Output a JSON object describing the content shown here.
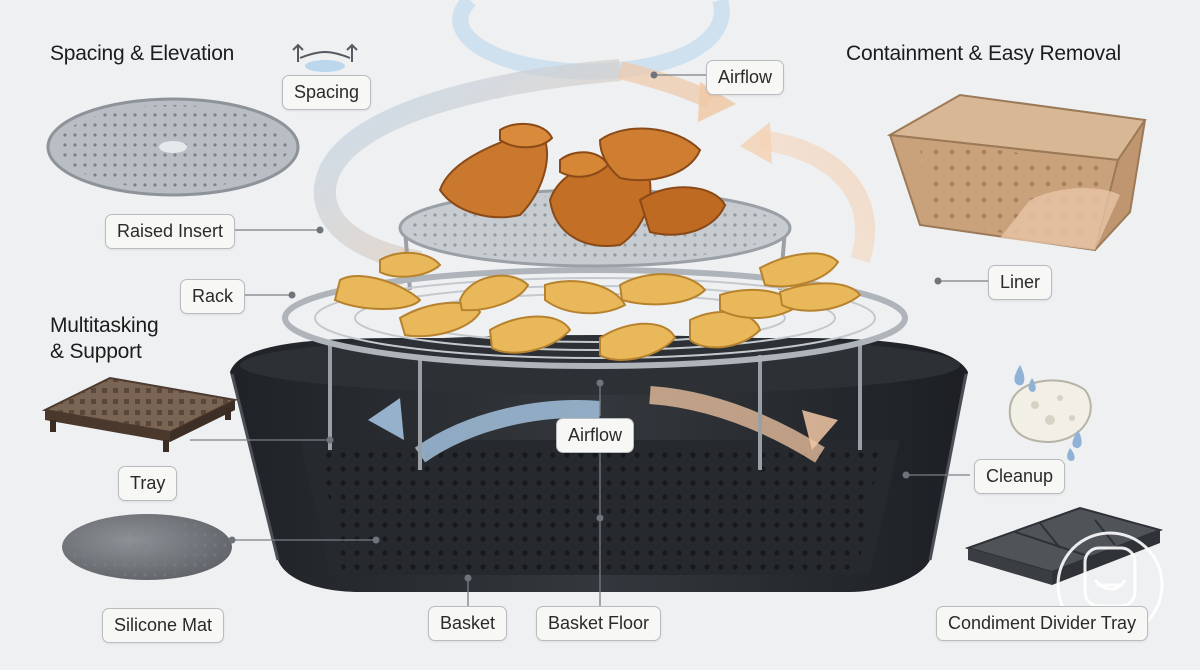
{
  "headings": {
    "spacing_elevation": "Spacing & Elevation",
    "containment_removal": "Containment & Easy Removal",
    "multitasking_line1": "Multitasking",
    "multitasking_line2": "& Support"
  },
  "labels": {
    "spacing": "Spacing",
    "airflow_top": "Airflow",
    "raised_insert": "Raised Insert",
    "rack": "Rack",
    "liner": "Liner",
    "airflow_center": "Airflow",
    "tray": "Tray",
    "cleanup": "Cleanup",
    "silicone_mat": "Silicone Mat",
    "basket": "Basket",
    "basket_floor": "Basket Floor",
    "condiment_divider_tray": "Condiment Divider Tray"
  },
  "colors": {
    "airflow_cool": "#a9c9e6",
    "airflow_warm": "#f2c7a4",
    "basket": "#2a2d31",
    "steel": "#b9bec4",
    "liner": "#c9a27c",
    "wings": "#c9782e",
    "potato": "#e8b85a",
    "tray": "#6b5446"
  },
  "icons": [
    "spacing-icon",
    "sponge-icon",
    "water-drop-icon",
    "logo-icon"
  ]
}
